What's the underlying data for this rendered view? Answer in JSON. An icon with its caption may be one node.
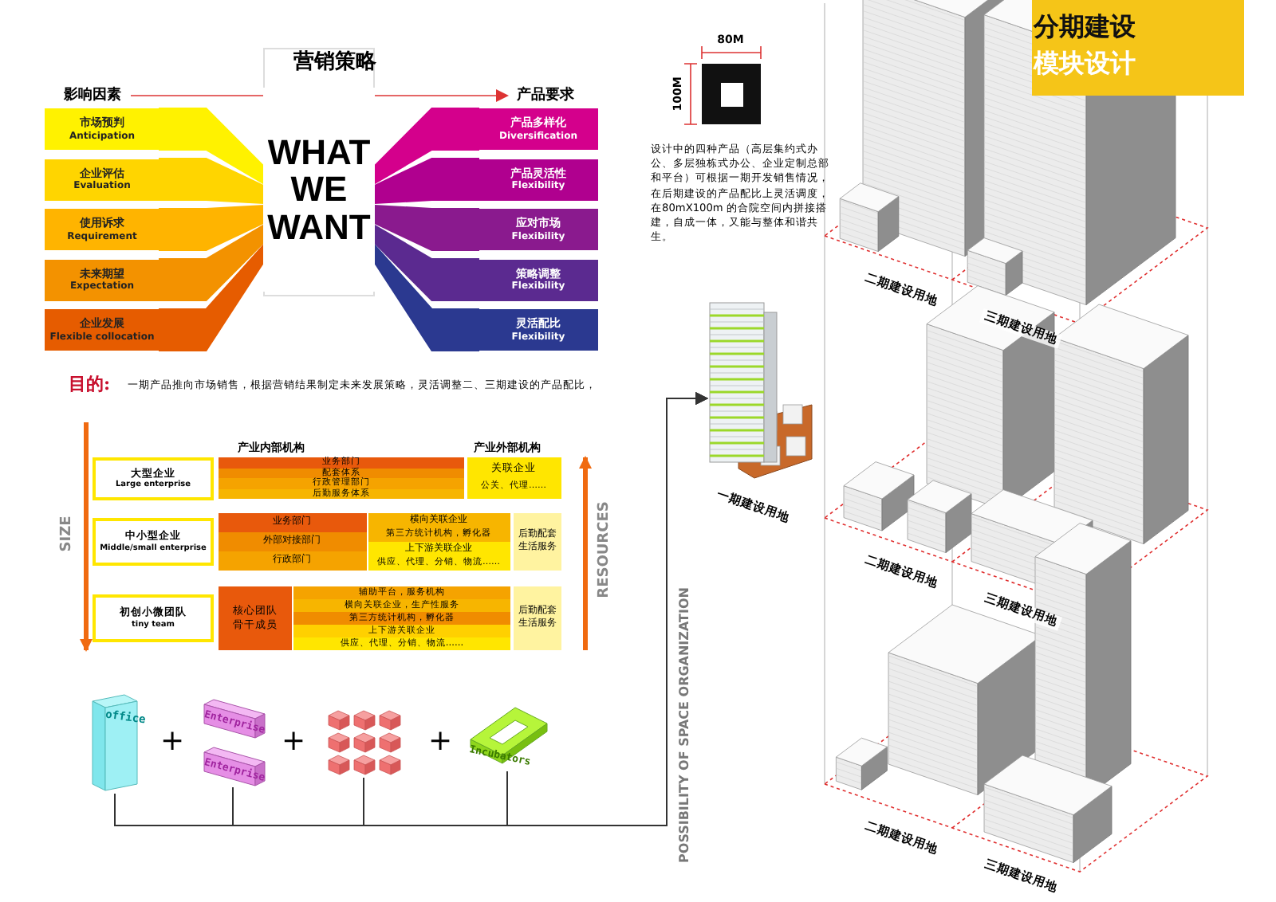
{
  "diagram": {
    "title": "分期建设",
    "nodes": [
      {
        "text": [
          "市场预判",
          "Anticipation"
        ]
      },
      {
        "text": [
          "企业评估",
          "Evaluation"
        ]
      },
      {
        "text": [
          "使用诉求",
          "Requirement"
        ]
      },
      {
        "text": [
          "未来期望",
          "Expectation"
        ]
      },
      {
        "text": [
          "企业发展",
          "Flexible collocation"
        ]
      },
      {
        "text": [
          "WHAT WE WANT"
        ]
      },
      {
        "text": [
          "产品多样化",
          "Diversification"
        ]
      },
      {
        "text": [
          "产品灵活性",
          "Flexibility"
        ]
      },
      {
        "text": [
          "应对市场",
          "Flexibility"
        ]
      },
      {
        "text": [
          "策略调整",
          "Flexibility"
        ]
      },
      {
        "text": [
          "灵活配比",
          "Flexibility"
        ]
      },
      {
        "text": [
          "大型企业",
          "Large enterprise"
        ]
      },
      {
        "text": [
          "中小型企业",
          "Middle/small enterprise"
        ]
      },
      {
        "text": [
          "初创小微团队",
          "tiny team"
        ]
      },
      {
        "text": [
          "office"
        ]
      },
      {
        "text": [
          "Enterprise"
        ]
      },
      {
        "text": [
          "Enterprise"
        ]
      },
      {
        "text": [],
        "shape": "picture"
      },
      {
        "text": [
          "Incubators"
        ]
      },
      {
        "text": [],
        "shape": "picture"
      }
    ],
    "edges": [
      {
        "from": 0,
        "to": 5,
        "arrow": "none"
      },
      {
        "from": 1,
        "to": 5,
        "arrow": "none"
      },
      {
        "from": 2,
        "to": 5,
        "arrow": "none"
      },
      {
        "from": 3,
        "to": 5,
        "arrow": "none"
      },
      {
        "from": 4,
        "to": 5,
        "arrow": "none"
      },
      {
        "from": 5,
        "to": 6,
        "arrow": "none"
      },
      {
        "from": 5,
        "to": 7,
        "arrow": "none"
      },
      {
        "from": 5,
        "to": 8,
        "arrow": "none"
      },
      {
        "from": 5,
        "to": 9,
        "arrow": "none"
      },
      {
        "from": 5,
        "to": 10,
        "arrow": "none"
      },
      {
        "from": 14,
        "to": 19,
        "arrow": "to"
      },
      {
        "from": 16,
        "to": 19,
        "arrow": "to"
      },
      {
        "from": 17,
        "to": 19,
        "arrow": "to"
      },
      {
        "from": 18,
        "to": 19,
        "arrow": "to"
      }
    ],
    "labels": [
      "营销策略",
      "影响因素",
      "产品要求",
      "目的:",
      "一期产品推向市场销售，根据营销结果制定未来发展策略，灵活调整二、三期建设的产品配比，",
      "产业内部机构",
      "产业外部机构",
      "业务部门",
      "配套体系",
      "行政管理部门",
      "后勤服务体系",
      "关联企业",
      "公关、代理……",
      "业务部门",
      "横向关联企业",
      "第三方统计机构，孵化器",
      "外部对接部门",
      "上下游关联企业",
      "行政部门",
      "供应、代理、分销、物流……",
      "后勤配套生活服务",
      "辅助平台，服务机构",
      "核心团队骨干成员",
      "横向关联企业，生产性服务",
      "第三方统计机构，孵化器",
      "上下游关联企业",
      "供应、代理、分销、物流……",
      "后勤配套生活服务",
      "SIZE",
      "RESOURCES",
      "+",
      "+",
      "+",
      "POSSIBILITY OF SPACE ORGANIZATION",
      "80M",
      "100M",
      "设计中的四种产品（高层集约式办公、多层独栋式办公、企业定制总部和平台）可根据一期开发销售情况，在后期建设的产品配比上灵活调度，在80mX100m 的合院空间内拼接搭建，自成一体，又能与整体和谐共生。",
      "模块设计",
      "二期建设用地",
      "三期建设用地",
      "一期建设用地",
      "二期建设用地",
      "三期建设用地",
      "二期建设用地",
      "三期建设用地"
    ]
  }
}
